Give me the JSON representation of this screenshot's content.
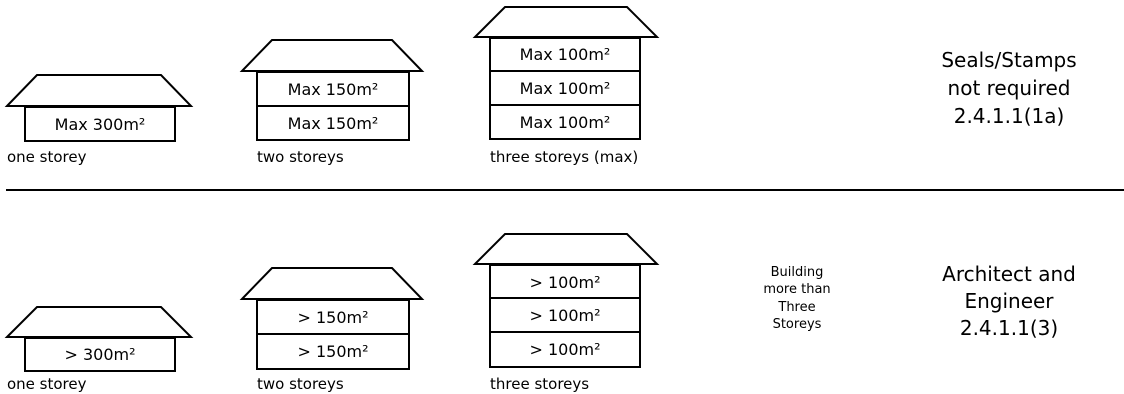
{
  "top_row": {
    "house_one": {
      "floors": [
        "Max 300m²"
      ],
      "caption": "one storey"
    },
    "house_two": {
      "floors": [
        "Max 150m²",
        "Max 150m²"
      ],
      "caption": "two storeys"
    },
    "house_three": {
      "floors": [
        "Max 100m²",
        "Max 100m²",
        "Max 100m²"
      ],
      "caption": "three storeys (max)"
    },
    "requirement": {
      "lines": [
        "Seals/Stamps",
        "not required",
        "2.4.1.1(1a)"
      ]
    }
  },
  "bottom_row": {
    "house_one": {
      "floors": [
        "> 300m²"
      ],
      "caption": "one storey"
    },
    "house_two": {
      "floors": [
        "> 150m²",
        "> 150m²"
      ],
      "caption": "two storeys"
    },
    "house_three": {
      "floors": [
        "> 100m²",
        "> 100m²",
        "> 100m²"
      ],
      "caption": "three storeys"
    },
    "note": {
      "lines": [
        "Building",
        "more than",
        "Three",
        "Storeys"
      ]
    },
    "requirement": {
      "lines": [
        "Architect and",
        "Engineer",
        "2.4.1.1(3)"
      ]
    }
  }
}
